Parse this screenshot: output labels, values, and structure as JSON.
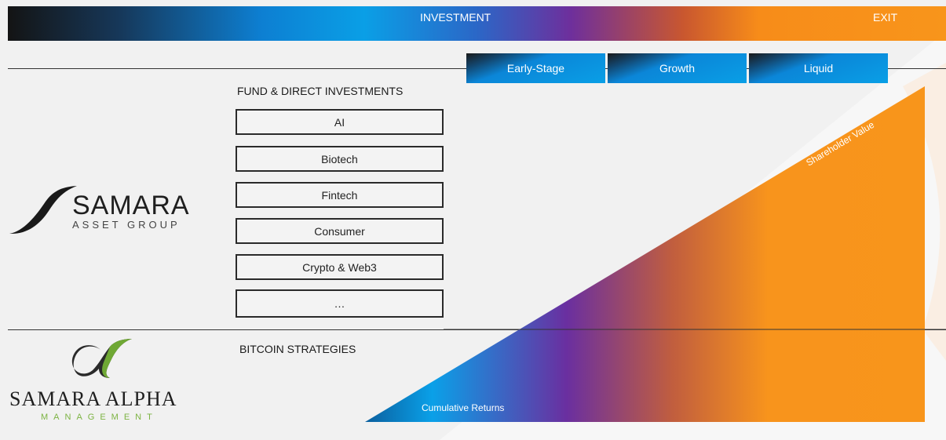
{
  "header": {
    "investment_label": "INVESTMENT",
    "exit_label": "EXIT"
  },
  "phases": [
    "Early-Stage",
    "Growth",
    "Liquid"
  ],
  "fund_section": {
    "title": "FUND & DIRECT INVESTMENTS",
    "categories": [
      "AI",
      "Biotech",
      "Fintech",
      "Consumer",
      "Crypto & Web3",
      "…"
    ]
  },
  "bitcoin_section": {
    "title": "BITCOIN STRATEGIES"
  },
  "samara_logo": {
    "name": "SAMARA",
    "subtitle": "ASSET GROUP"
  },
  "alpha_logo": {
    "name": "SAMARA ALPHA",
    "subtitle": "MANAGEMENT"
  },
  "wedge": {
    "y_label": "Shareholder Value",
    "x_label": "Cumulative Returns"
  },
  "colors": {
    "orange": "#f8951b",
    "blue": "#0a9fe6",
    "purple": "#6e2f9c",
    "green": "#7cb342"
  }
}
